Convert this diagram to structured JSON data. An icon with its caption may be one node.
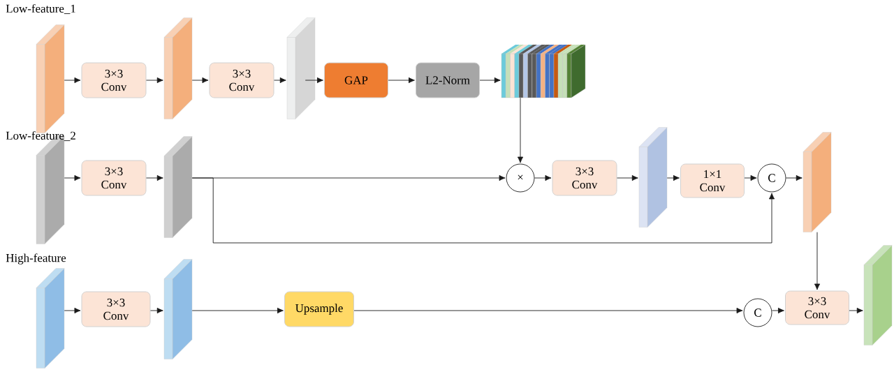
{
  "diagram": {
    "nodes": [
      {
        "text": [],
        "shape": "box"
      },
      {
        "text": [
          "3×3 Conv"
        ]
      },
      {
        "text": [],
        "shape": "box"
      },
      {
        "text": [
          "3×3 Conv"
        ]
      },
      {
        "text": [],
        "shape": "box"
      },
      {
        "text": [
          "GAP"
        ]
      },
      {
        "text": [
          "L2-Norm"
        ]
      },
      {
        "text": [],
        "shape": "box"
      },
      {
        "text": [],
        "shape": "box"
      },
      {
        "text": [
          "3×3 Conv"
        ]
      },
      {
        "text": [],
        "shape": "box"
      },
      {
        "text": [
          "×"
        ]
      },
      {
        "text": [
          "3×3 Conv"
        ]
      },
      {
        "text": [],
        "shape": "box"
      },
      {
        "text": [
          "1×1 Conv"
        ]
      },
      {
        "text": [
          "C"
        ]
      },
      {
        "text": [],
        "shape": "box"
      },
      {
        "text": [],
        "shape": "box"
      },
      {
        "text": [
          "3×3 Conv"
        ]
      },
      {
        "text": [],
        "shape": "box"
      },
      {
        "text": [
          "Upsample"
        ]
      },
      {
        "text": [
          "C"
        ]
      },
      {
        "text": [
          "3×3 Conv"
        ]
      },
      {
        "text": [],
        "shape": "box"
      }
    ],
    "edges": [
      {
        "from": 0,
        "to": 1,
        "arrow": "to"
      },
      {
        "from": 1,
        "to": 2,
        "arrow": "to"
      },
      {
        "from": 2,
        "to": 3,
        "arrow": "to"
      },
      {
        "from": 3,
        "to": 4,
        "arrow": "to"
      },
      {
        "from": 4,
        "to": 5,
        "arrow": "to"
      },
      {
        "from": 5,
        "to": 6,
        "arrow": "to"
      },
      {
        "from": 6,
        "to": 7,
        "arrow": "to"
      },
      {
        "from": 7,
        "to": 11,
        "arrow": "to"
      },
      {
        "from": 8,
        "to": 9,
        "arrow": "to"
      },
      {
        "from": 9,
        "to": 10,
        "arrow": "to"
      },
      {
        "from": 10,
        "to": 11,
        "arrow": "to"
      },
      {
        "from": 10,
        "to": 15,
        "arrow": "to"
      },
      {
        "from": 11,
        "to": 12,
        "arrow": "to"
      },
      {
        "from": 12,
        "to": 13,
        "arrow": "to"
      },
      {
        "from": 13,
        "to": 14,
        "arrow": "to"
      },
      {
        "from": 14,
        "to": 15,
        "arrow": "to"
      },
      {
        "from": 15,
        "to": 16,
        "arrow": "to"
      },
      {
        "from": 16,
        "to": 22,
        "arrow": "to"
      },
      {
        "from": 17,
        "to": 18,
        "arrow": "to"
      },
      {
        "from": 18,
        "to": 19,
        "arrow": "to"
      },
      {
        "from": 19,
        "to": 20,
        "arrow": "to"
      },
      {
        "from": 20,
        "to": 21,
        "arrow": "to"
      },
      {
        "from": 21,
        "to": 22,
        "arrow": "to"
      },
      {
        "from": 22,
        "to": 23,
        "arrow": "to"
      }
    ],
    "labels": [
      "Low-feature_1",
      "Low-feature_2",
      "High-feature"
    ]
  }
}
